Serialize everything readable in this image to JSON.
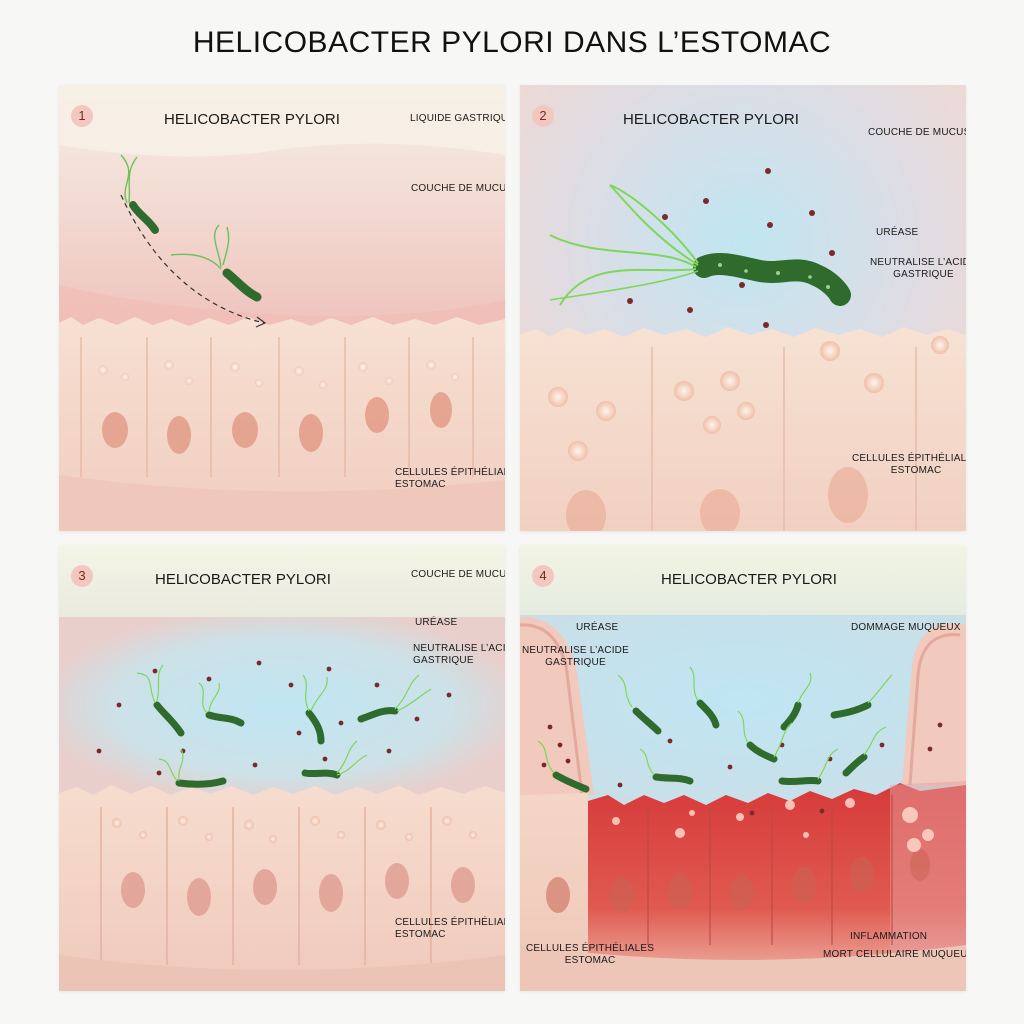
{
  "title": "HELICOBACTER PYLORI DANS L’ESTOMAC",
  "colors": {
    "tissue": "#f4d7c6",
    "mucus_pink": "#f2c8be",
    "gastric_blue": "#bfe3ee",
    "bacteria_green": "#2e6b2c",
    "flagella_green": "#7fd65a",
    "inflammation_red": "#d63a3a"
  },
  "panels": [
    {
      "number": "1",
      "title": "HELICOBACTER PYLORI",
      "labels": {
        "gastric_liquid": "LIQUIDE GASTRIQUE",
        "mucus_layer": "COUCHE DE MUCUS",
        "epithelial_1": "CELLULES ÉPITHÉLIALES",
        "epithelial_2": "ESTOMAC"
      }
    },
    {
      "number": "2",
      "title": "HELICOBACTER PYLORI",
      "labels": {
        "mucus_layer": "COUCHE DE MUCUS",
        "urease": "URÉASE",
        "neutralise_1": "NEUTRALISE L’ACIDE",
        "neutralise_2": "GASTRIQUE",
        "epithelial_1": "CELLULES ÉPITHÉLIALES",
        "epithelial_2": "ESTOMAC"
      }
    },
    {
      "number": "3",
      "title": "HELICOBACTER PYLORI",
      "labels": {
        "mucus_layer": "COUCHE DE MUCUS",
        "urease": "URÉASE",
        "neutralise_1": "NEUTRALISE L’ACIDE",
        "neutralise_2": "GASTRIQUE",
        "epithelial_1": "CELLULES ÉPITHÉLIALES",
        "epithelial_2": "ESTOMAC"
      }
    },
    {
      "number": "4",
      "title": "HELICOBACTER PYLORI",
      "labels": {
        "urease": "URÉASE",
        "neutralise_1": "NEUTRALISE L’ACIDE",
        "neutralise_2": "GASTRIQUE",
        "damage": "DOMMAGE MUQUEUX",
        "epithelial_1": "CELLULES ÉPITHÉLIALES",
        "epithelial_2": "ESTOMAC",
        "inflammation": "INFLAMMATION",
        "cell_death": "MORT CELLULAIRE MUQUEUSE"
      }
    }
  ]
}
